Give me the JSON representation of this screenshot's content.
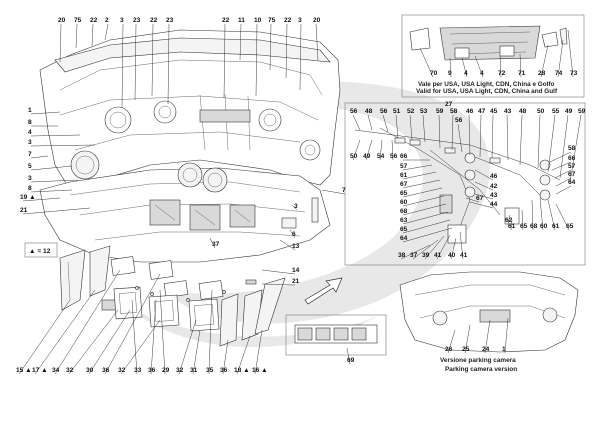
{
  "legend": {
    "symbol": "▲",
    "text": "▲ = 12"
  },
  "captions": {
    "valid_line1": "Vale per USA, USA Light, CDN, China e Golfo",
    "valid_line2": "Valid for USA, USA Light, CDN, China and Gulf",
    "camera_line1": "Versione parking camera",
    "camera_line2": "Parking camera version"
  },
  "labels": {
    "top": [
      "20",
      "75",
      "22",
      "2",
      "3",
      "23",
      "22",
      "23",
      "22",
      "11",
      "10",
      "75",
      "22",
      "3",
      "20"
    ],
    "left": [
      "1",
      "8",
      "4",
      "3",
      "7",
      "5",
      "3",
      "8",
      "19 ▲",
      "21"
    ],
    "mid_right": [
      "7",
      "3",
      "6",
      "13",
      "14",
      "21"
    ],
    "bottom": [
      "15 ▲",
      "17 ▲",
      "34",
      "32",
      "30",
      "36",
      "32",
      "33",
      "36",
      "29",
      "32",
      "31",
      "35",
      "36",
      "18 ▲",
      "16 ▲"
    ],
    "center_small": [
      "37",
      "69"
    ],
    "inset_top": [
      "70",
      "9",
      "4",
      "4",
      "72",
      "71",
      "28",
      "74",
      "73"
    ],
    "inset_mid_top": [
      "56",
      "48",
      "56",
      "51",
      "52",
      "53",
      "59",
      "58",
      "56",
      "46",
      "47",
      "45",
      "43",
      "48",
      "50",
      "55",
      "49",
      "59"
    ],
    "inset_mid_27": "27",
    "inset_mid_left": [
      "50",
      "49",
      "54",
      "56",
      "66",
      "57",
      "61",
      "67",
      "65",
      "60",
      "68",
      "63",
      "65",
      "64"
    ],
    "inset_mid_right": [
      "46",
      "42",
      "43",
      "44",
      "67",
      "58",
      "66",
      "57",
      "67",
      "64",
      "62",
      "61",
      "65",
      "68",
      "60",
      "61",
      "65"
    ],
    "inset_mid_bottom": [
      "38",
      "37",
      "39",
      "41",
      "40",
      "41"
    ],
    "inset_bottom": [
      "26",
      "25",
      "24",
      "1"
    ]
  }
}
